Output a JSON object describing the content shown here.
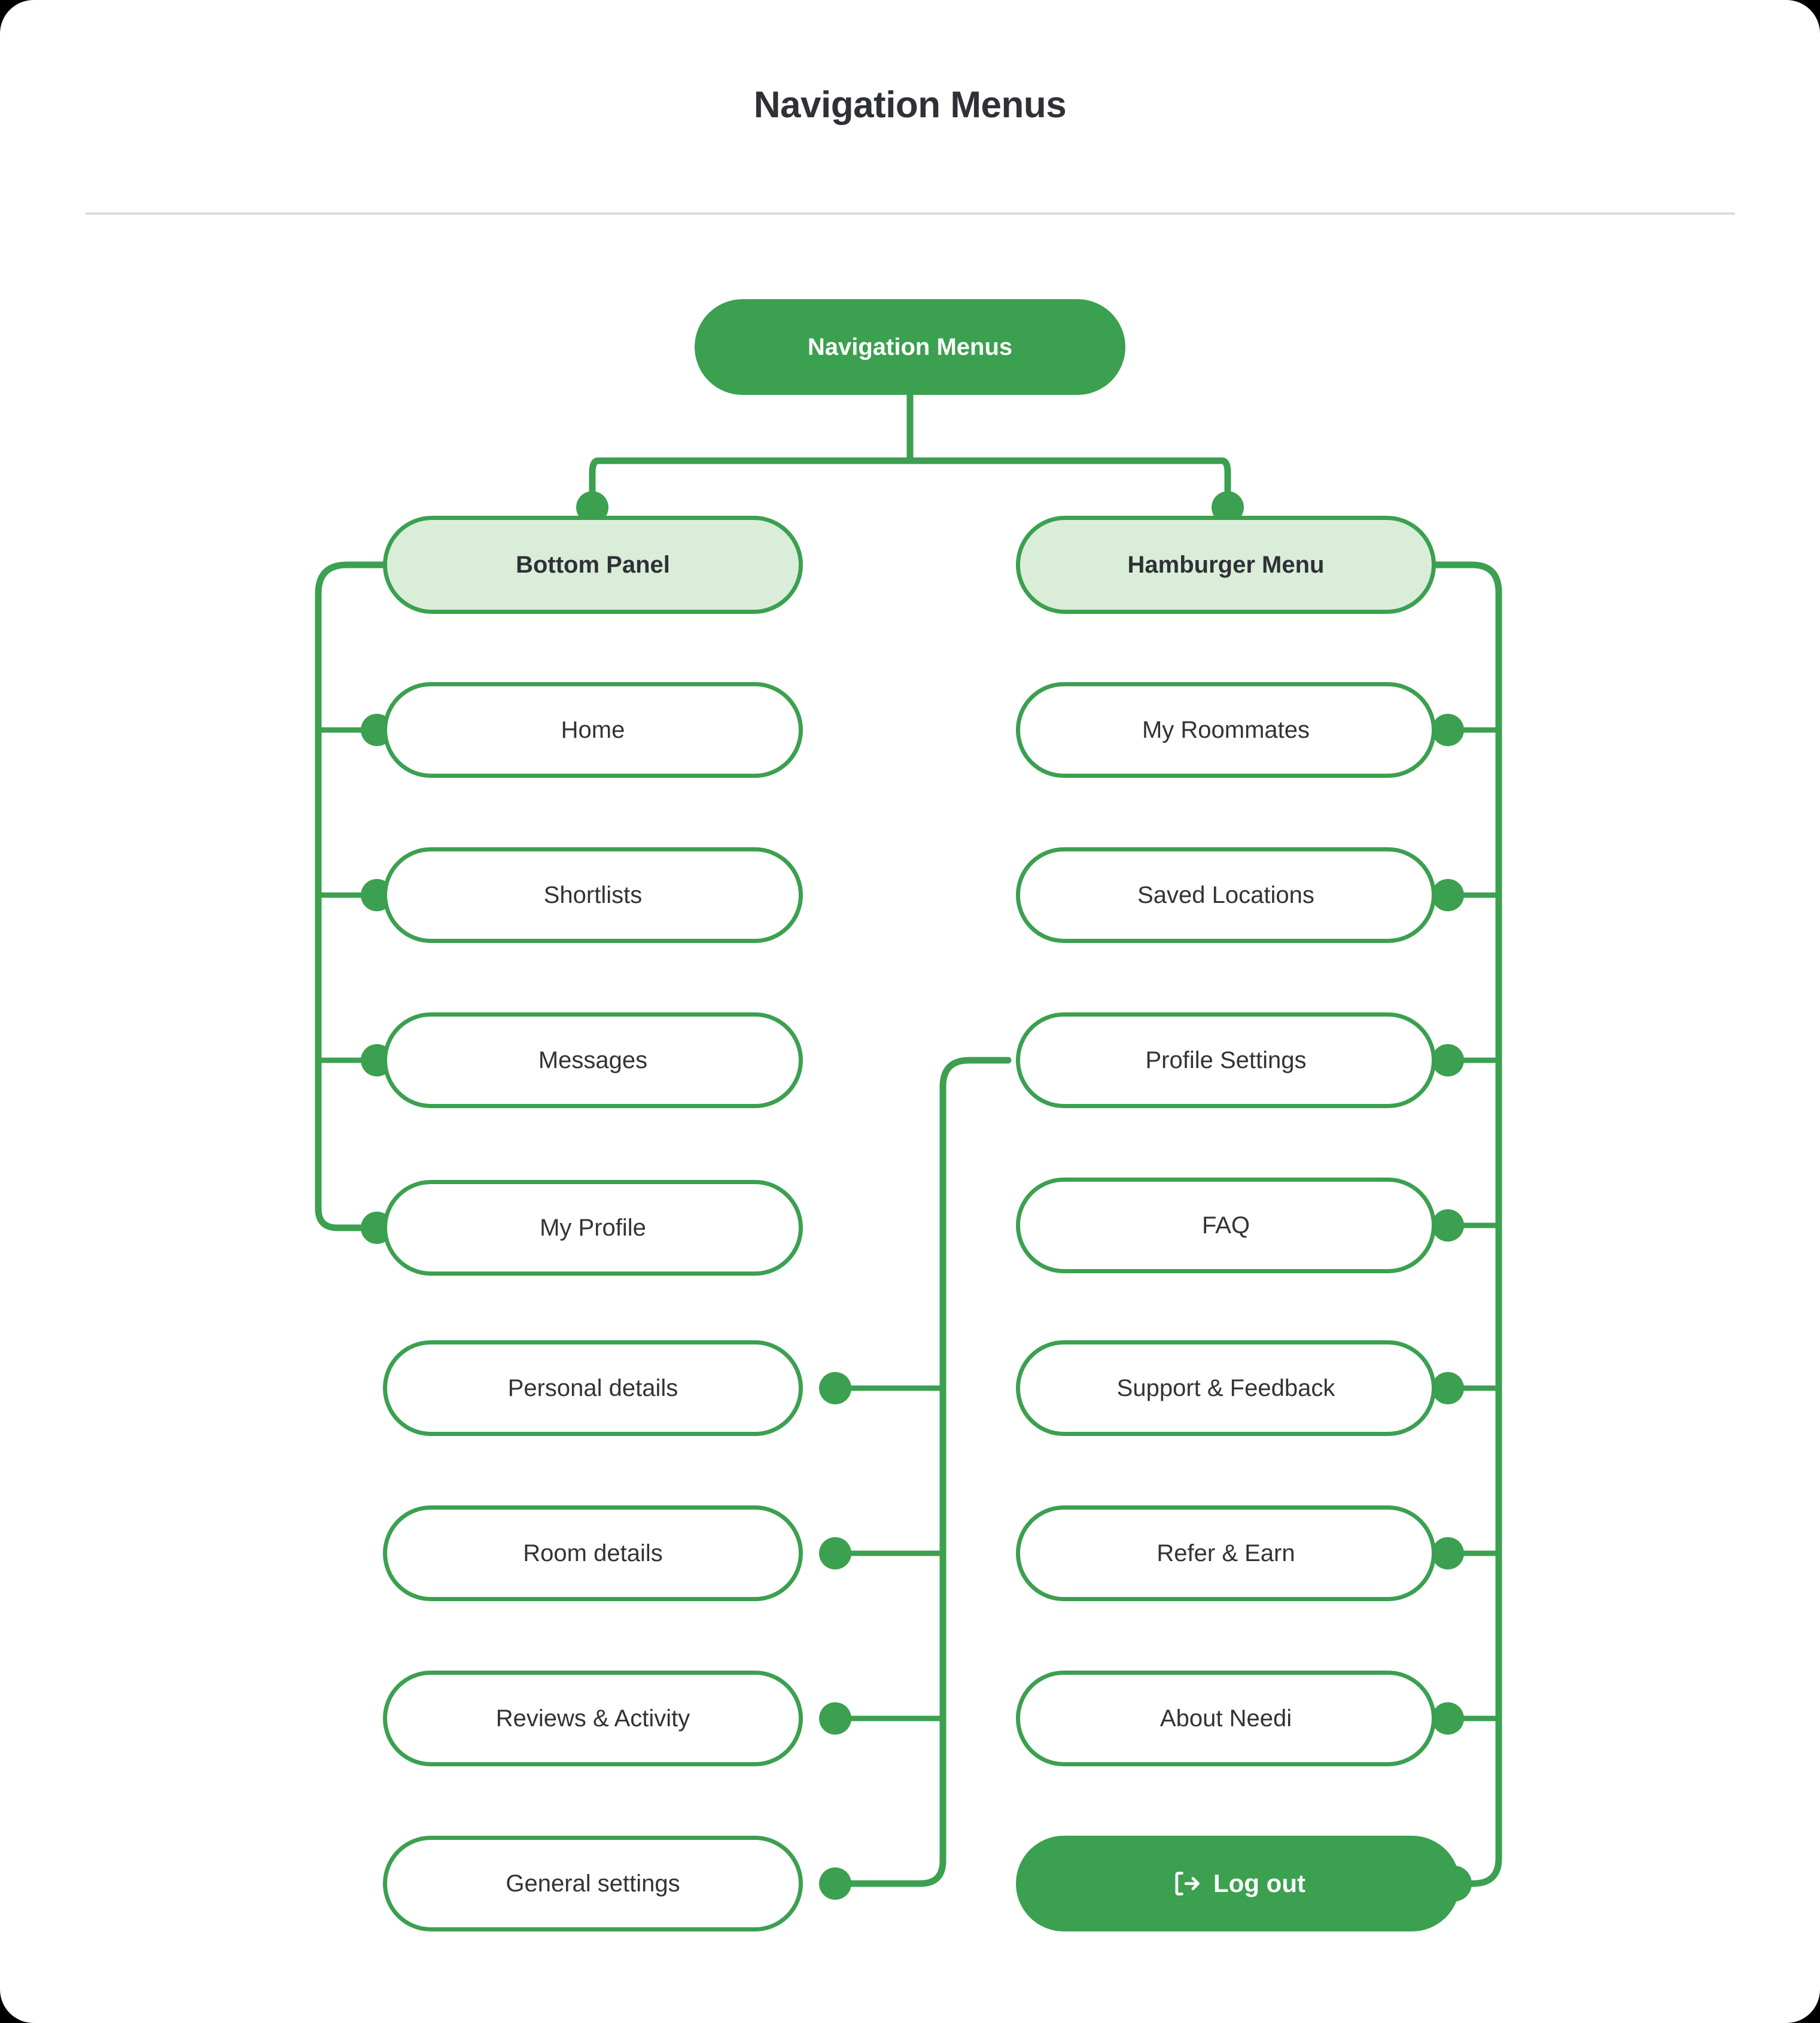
{
  "page": {
    "title": "Navigation Menus",
    "accent_color": "#3ba04f",
    "branch_fill_color": "#d9edd9",
    "text_color": "#2f3136",
    "divider_color": "#dcdcdc",
    "background_color": "#ffffff"
  },
  "chart_data": {
    "type": "diagram",
    "diagram_type": "mindmap",
    "title": "Navigation Menus",
    "root": "Navigation Menus",
    "branches": [
      {
        "label": "Bottom Panel",
        "side": "left",
        "children": [
          "Home",
          "Shortlists",
          "Messages",
          "My Profile"
        ]
      },
      {
        "label": "Hamburger Menu",
        "side": "right",
        "children": [
          "My Roommates",
          "Saved Locations",
          "Profile Settings",
          "FAQ",
          "Support & Feedback",
          "Refer & Earn",
          "About Needi",
          "Log out"
        ]
      },
      {
        "label": "Profile Settings",
        "side": "left",
        "children": [
          "Personal details",
          "Room details",
          "Reviews & Activity",
          "General settings"
        ]
      }
    ]
  },
  "diagram": {
    "root": {
      "label": "Navigation Menus"
    },
    "branches": {
      "bottom_panel": {
        "label": "Bottom Panel"
      },
      "hamburger_menu": {
        "label": "Hamburger Menu"
      }
    },
    "left_items": [
      {
        "label": "Home"
      },
      {
        "label": "Shortlists"
      },
      {
        "label": "Messages"
      },
      {
        "label": "My Profile"
      }
    ],
    "left_lower_items": [
      {
        "label": "Personal details"
      },
      {
        "label": "Room details"
      },
      {
        "label": "Reviews & Activity"
      },
      {
        "label": "General settings"
      }
    ],
    "right_items": [
      {
        "label": "My Roommates"
      },
      {
        "label": "Saved Locations"
      },
      {
        "label": "Profile Settings"
      },
      {
        "label": "FAQ"
      },
      {
        "label": "Support & Feedback"
      },
      {
        "label": "Refer & Earn"
      },
      {
        "label": "About Needi"
      }
    ],
    "logout": {
      "label": "Log out",
      "icon": "logout-icon"
    }
  }
}
